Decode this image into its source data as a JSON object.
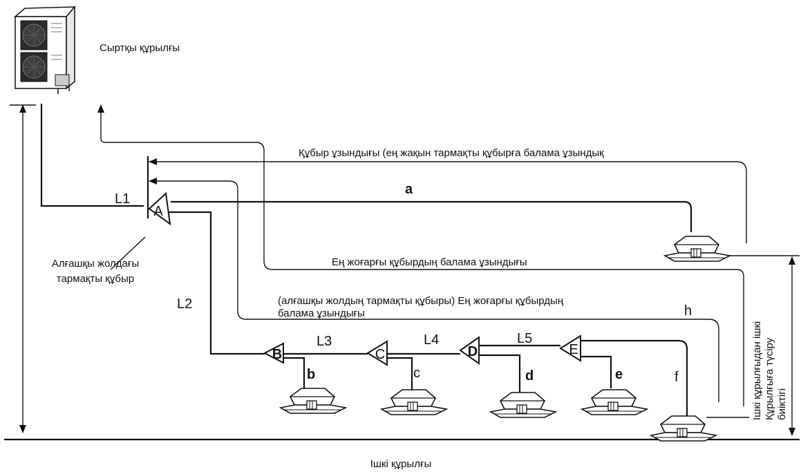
{
  "outdoor_unit_label": "Сыртқы құрылғы",
  "indoor_unit_label": "Ішкі құрылғы",
  "pipe_length_label": "Құбыр ұзындығы (ең жақын тармақты құбырға балама ұзындық",
  "max_pipe_label": "Ең жоғарғы құбырдың балама ұзындығы",
  "first_branch_max_label": [
    "(алғашқы жолдың тармақты құбыры) Ең жоғарғы құбырдың",
    "балама ұзындығы"
  ],
  "first_branch_pipe_label": [
    "Алғашқы жолдағы",
    "тармақты құбыр"
  ],
  "height_label": [
    "Ішкі құрылғыдан ішкі",
    "Құрылғыға түсіру",
    "биіктігі"
  ],
  "segments": {
    "L1": "L1",
    "L2": "L2",
    "L3": "L3",
    "L4": "L4",
    "L5": "L5"
  },
  "branches": {
    "A": "A",
    "B": "B",
    "C": "C",
    "D": "D",
    "E": "E"
  },
  "units": {
    "a": "a",
    "b": "b",
    "c": "c",
    "d": "d",
    "e": "e",
    "f": "f",
    "h": "h"
  },
  "colors": {
    "line": "#111111",
    "background": "#ffffff"
  }
}
